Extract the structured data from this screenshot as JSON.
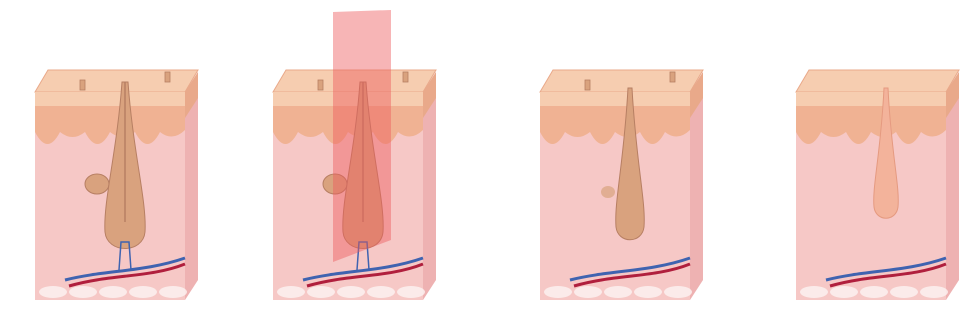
{
  "figure": {
    "panels": [
      {
        "id": "panel-1",
        "stage": "intact-hair-follicle"
      },
      {
        "id": "panel-2",
        "stage": "light-beam-applied-to-follicle"
      },
      {
        "id": "panel-3",
        "stage": "damaged-follicle-shaft-shrinking"
      },
      {
        "id": "panel-4",
        "stage": "empty-follicle-hair-removed"
      }
    ],
    "colors": {
      "skin_top": "#f6cdb0",
      "skin_top_edge": "#e9a98a",
      "epidermis_band": "#f0b293",
      "dermis": "#f6c8c6",
      "dermis_side": "#eeb2b2",
      "hair": "#d9a27e",
      "hair_outline": "#b77f63",
      "light_beam": "#ee5a5e",
      "vein": "#3f63b0",
      "artery": "#b01f3d",
      "fat": "#fdf4f2"
    }
  }
}
